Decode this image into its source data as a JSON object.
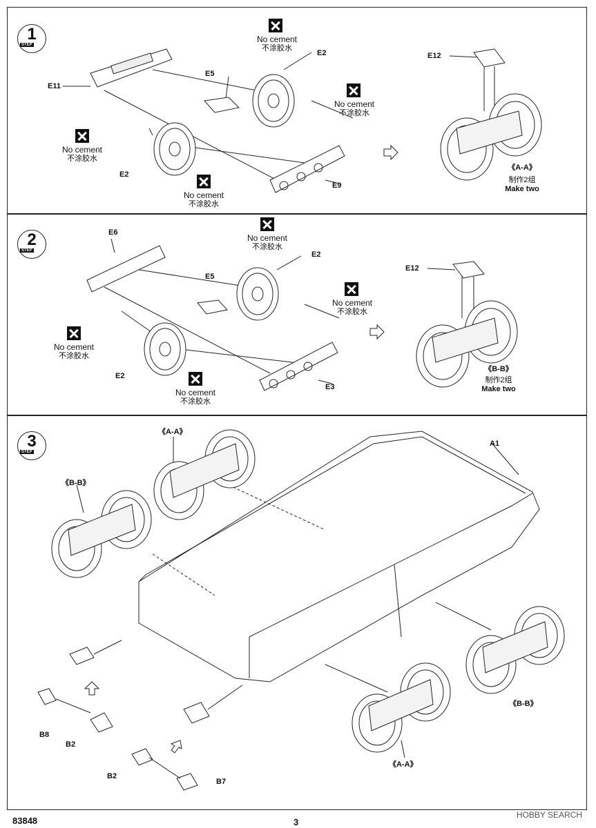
{
  "doc": {
    "number": "83848",
    "page": "3",
    "watermark": "HOBBY SEARCH"
  },
  "step1": {
    "num": "1",
    "step_word": "STEP",
    "no_cement_en": "No cement",
    "no_cement_cn": "不涂胶水",
    "parts": {
      "e11": "E11",
      "e5": "E5",
      "e2a": "E2",
      "e2b": "E2",
      "e9": "E9",
      "e12": "E12"
    },
    "assembly": "《A-A》",
    "make_cn": "制作2组",
    "make_en": "Make two"
  },
  "step2": {
    "num": "2",
    "step_word": "STEP",
    "no_cement_en": "No cement",
    "no_cement_cn": "不涂胶水",
    "parts": {
      "e6": "E6",
      "e5": "E5",
      "e2a": "E2",
      "e2b": "E2",
      "e3": "E3",
      "e12": "E12"
    },
    "assembly": "《B-B》",
    "make_cn": "制作2组",
    "make_en": "Make two"
  },
  "step3": {
    "num": "3",
    "step_word": "STEP",
    "parts": {
      "a1": "A1",
      "b8": "B8",
      "b2a": "B2",
      "b2b": "B2",
      "b7": "B7"
    },
    "aa": "《A-A》",
    "bb": "《B-B》"
  }
}
